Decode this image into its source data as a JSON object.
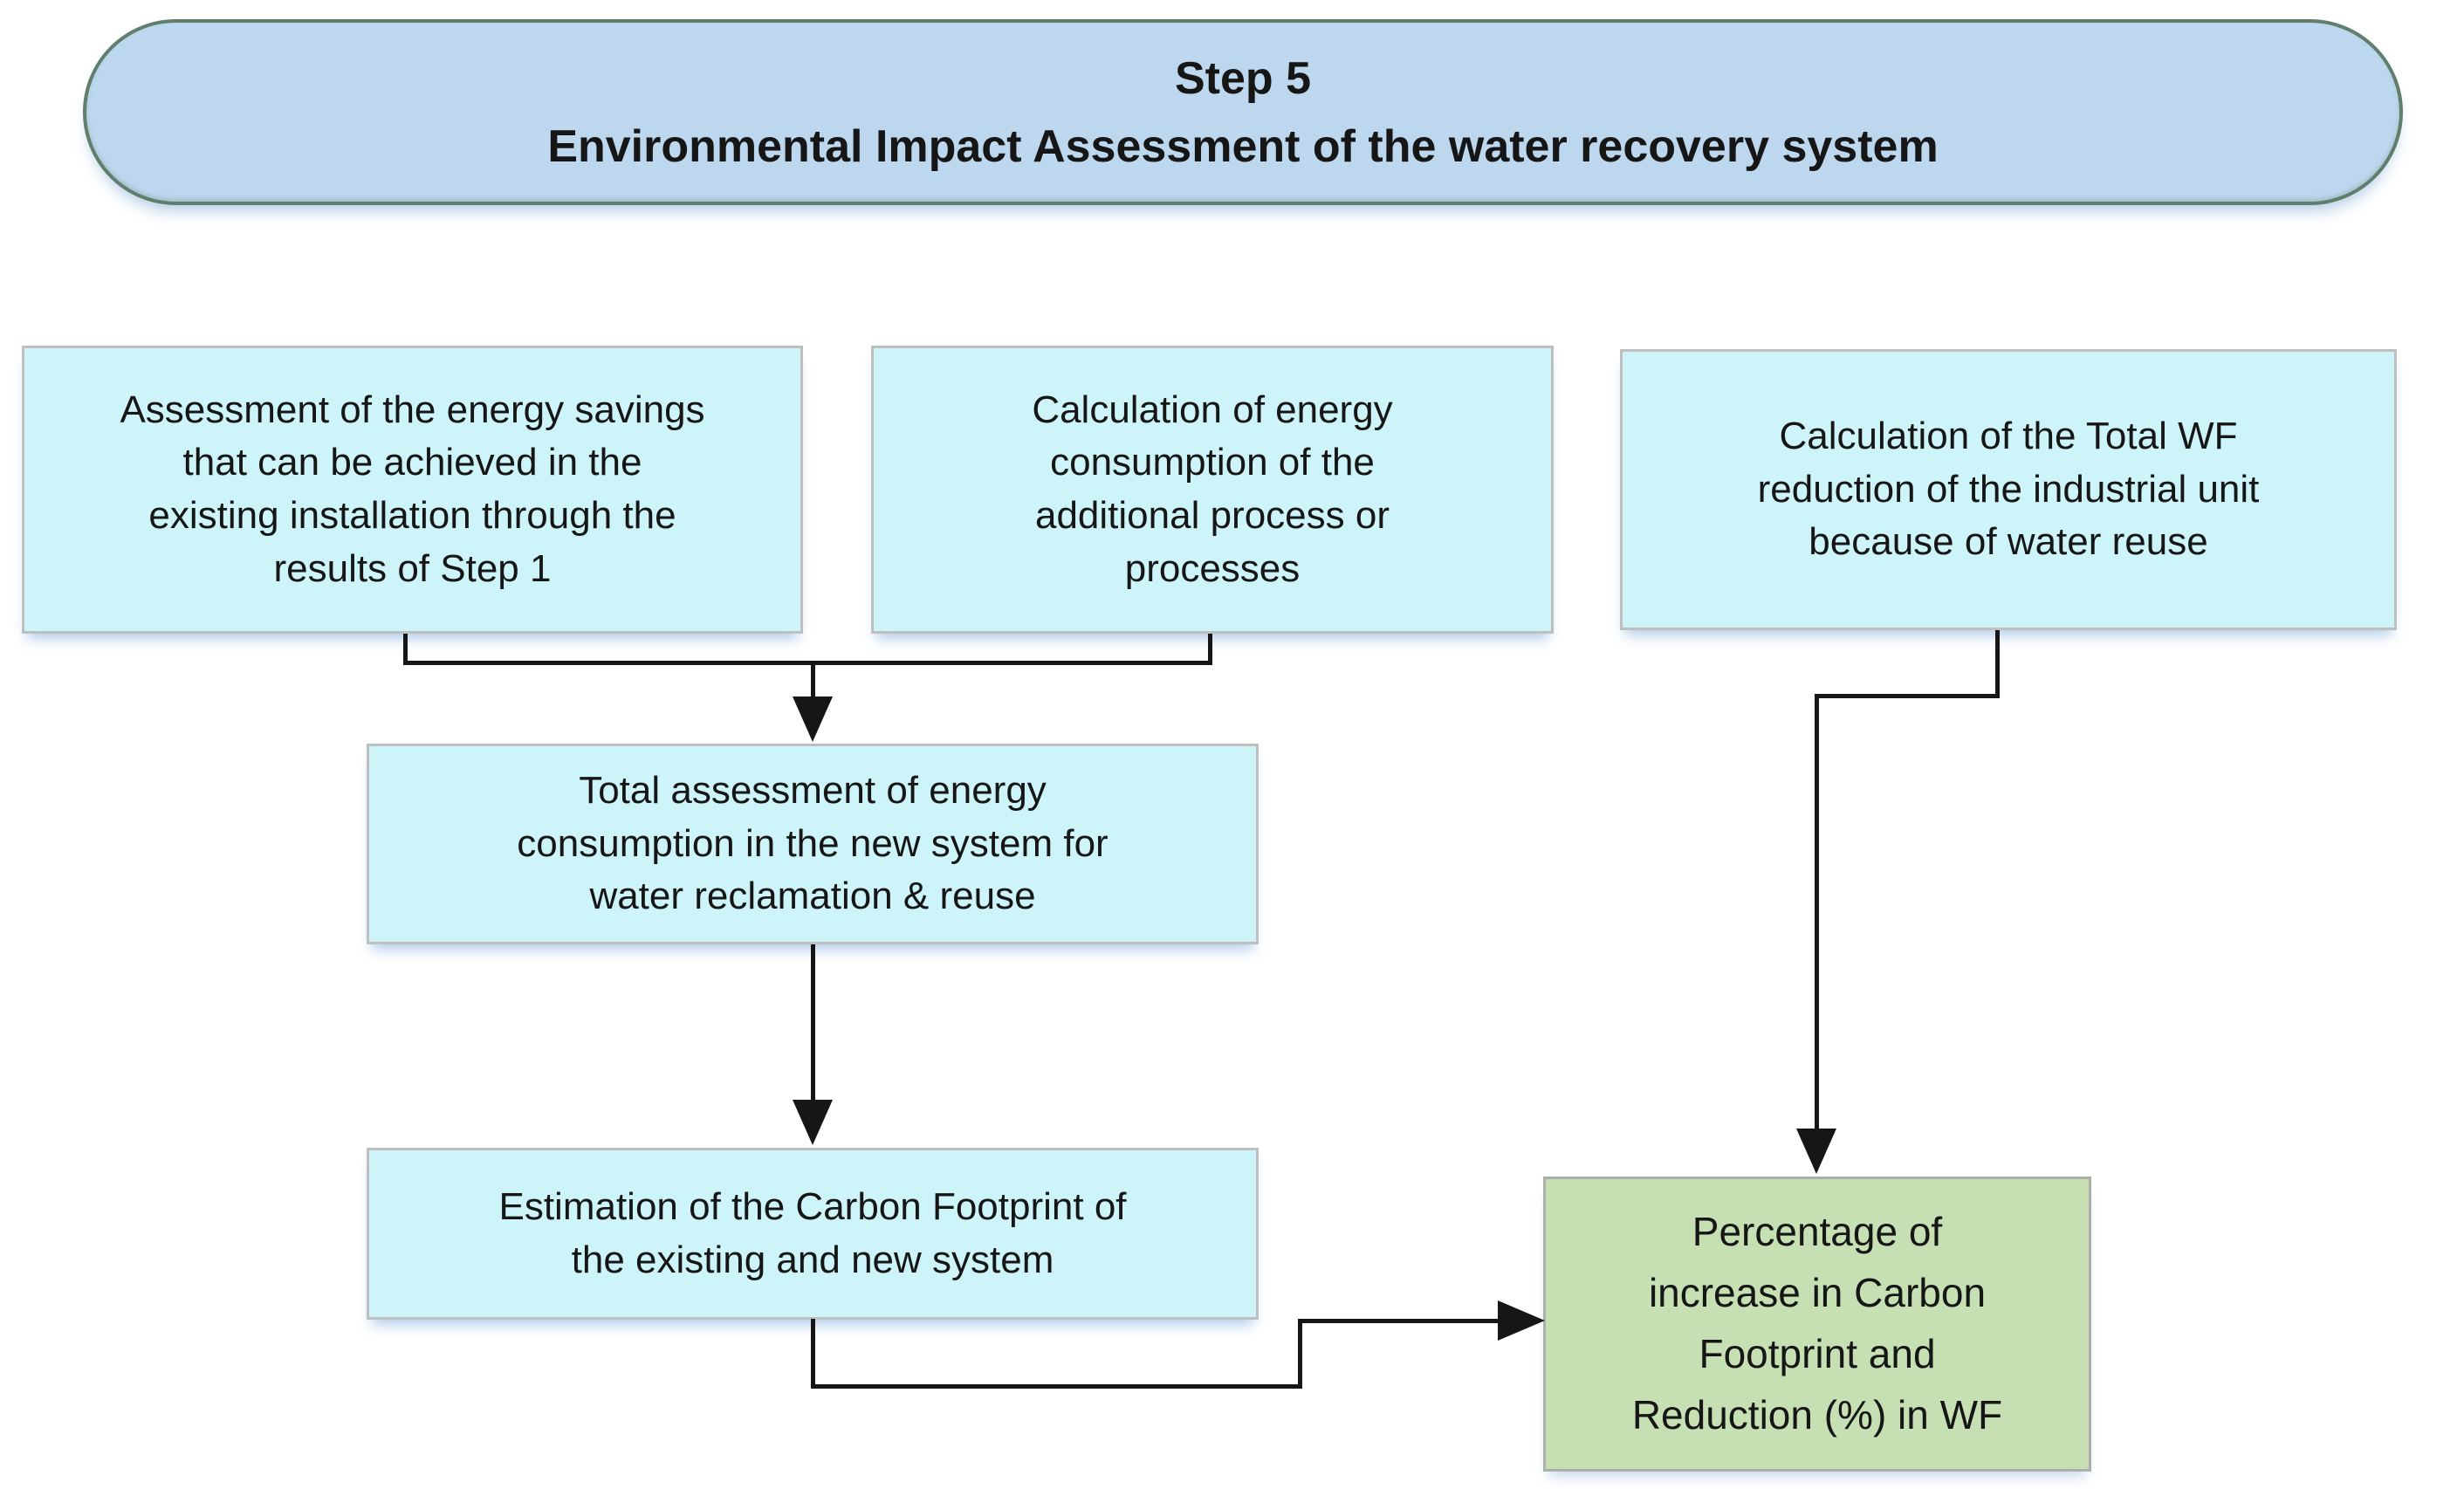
{
  "title": {
    "line1": "Step 5",
    "line2": "Environmental Impact Assessment of the water recovery system"
  },
  "boxes": {
    "energy_savings": {
      "id": "energy_savings",
      "text": "Assessment of the energy savings\nthat can be achieved in the\nexisting installation through the\nresults of Step 1"
    },
    "energy_consumption": {
      "id": "energy_consumption",
      "text": "Calculation of energy\nconsumption of the\nadditional process or\nprocesses"
    },
    "wf_reduction": {
      "id": "wf_reduction",
      "text": "Calculation of the Total WF\nreduction of the industrial unit\nbecause of water reuse"
    },
    "total_assessment": {
      "id": "total_assessment",
      "text": "Total assessment of energy\nconsumption in the new system for\nwater reclamation & reuse"
    },
    "carbon_footprint": {
      "id": "carbon_footprint",
      "text": "Estimation of the Carbon Footprint of\nthe existing and new system"
    },
    "percentage_result": {
      "id": "percentage_result",
      "text": "Percentage of\nincrease in Carbon\nFootprint and\nReduction (%) in WF"
    }
  },
  "connections": [
    {
      "from": "energy_savings",
      "to": "total_assessment"
    },
    {
      "from": "energy_consumption",
      "to": "total_assessment"
    },
    {
      "from": "total_assessment",
      "to": "carbon_footprint"
    },
    {
      "from": "carbon_footprint",
      "to": "percentage_result"
    },
    {
      "from": "wf_reduction",
      "to": "percentage_result"
    }
  ],
  "colors": {
    "banner_fill": "#BDD7EE",
    "banner_border": "#5F7E6C",
    "process_fill": "#CDF4F9",
    "process_border": "#BFBFBF",
    "result_fill": "#C6E0B4",
    "result_border": "#ABAEAB",
    "connector": "#161616",
    "text": "#161616",
    "background": "#FFFFFF"
  }
}
